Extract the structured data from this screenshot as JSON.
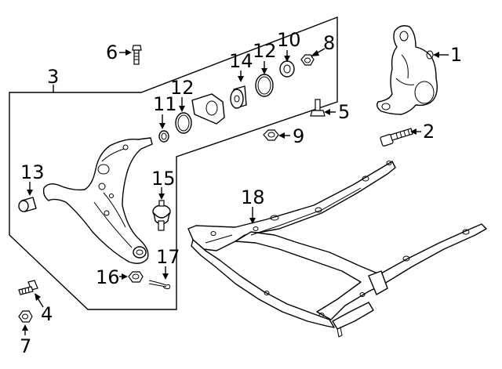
{
  "diagram": {
    "callouts": {
      "c1": "1",
      "c2": "2",
      "c3": "3",
      "c4": "4",
      "c5": "5",
      "c6": "6",
      "c7": "7",
      "c8": "8",
      "c9": "9",
      "c10": "10",
      "c11": "11",
      "c12a": "12",
      "c12b": "12",
      "c13": "13",
      "c14": "14",
      "c15": "15",
      "c16": "16",
      "c17": "17",
      "c18": "18"
    },
    "parts": [
      {
        "id": "knuckle",
        "callout": "1"
      },
      {
        "id": "knuckle-bolt",
        "callout": "2"
      },
      {
        "id": "lower-control-arm-assembly",
        "callout": "3"
      },
      {
        "id": "arm-bolt",
        "callout": "4"
      },
      {
        "id": "bolt",
        "callout": "5"
      },
      {
        "id": "bolt",
        "callout": "6"
      },
      {
        "id": "nut",
        "callout": "7"
      },
      {
        "id": "nut",
        "callout": "8"
      },
      {
        "id": "nut",
        "callout": "9"
      },
      {
        "id": "washer",
        "callout": "10"
      },
      {
        "id": "collar",
        "callout": "11"
      },
      {
        "id": "ring",
        "callout": "12"
      },
      {
        "id": "bushing",
        "callout": "13"
      },
      {
        "id": "bushing",
        "callout": "14"
      },
      {
        "id": "ball-joint",
        "callout": "15"
      },
      {
        "id": "nut",
        "callout": "16"
      },
      {
        "id": "cotter-pin",
        "callout": "17"
      },
      {
        "id": "crossmember",
        "callout": "18"
      }
    ]
  }
}
